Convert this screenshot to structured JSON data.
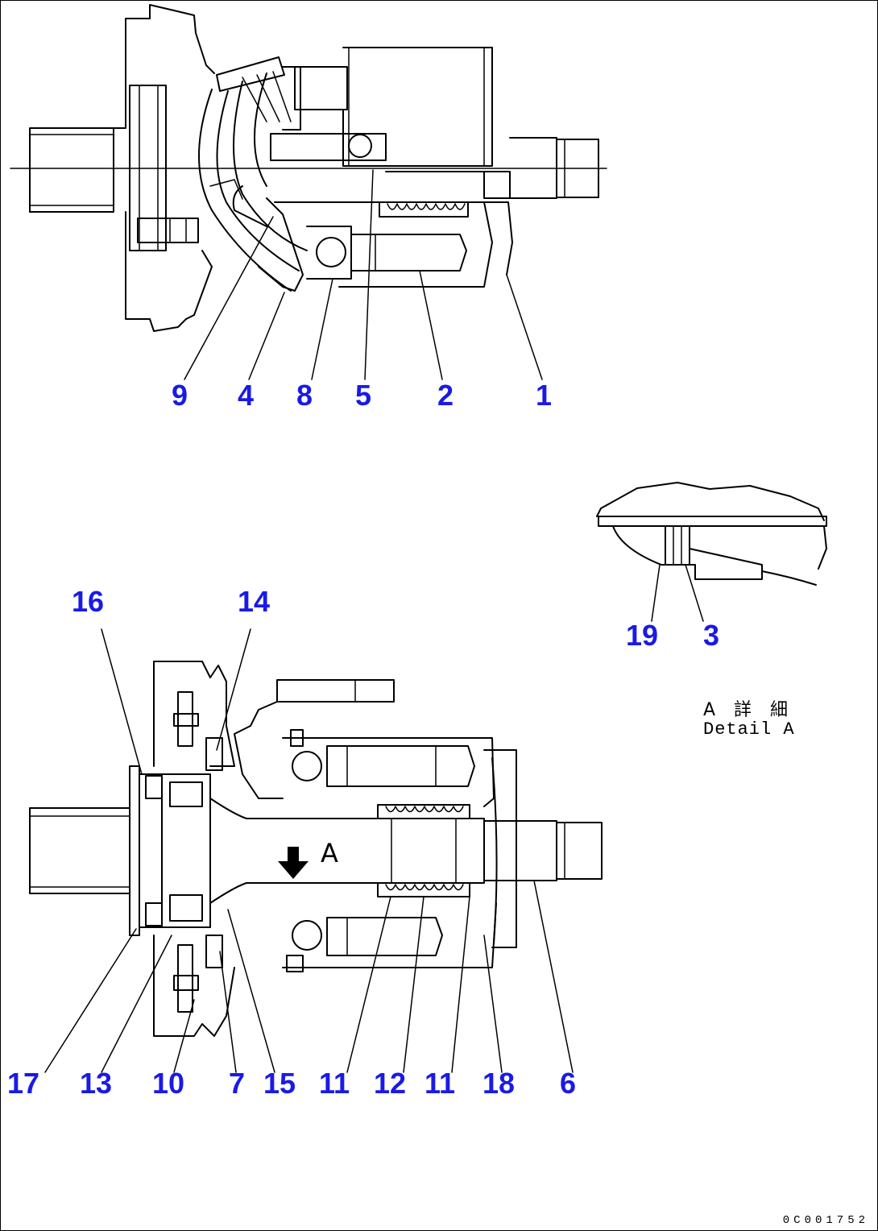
{
  "labels": {
    "top_1": "1",
    "top_2": "2",
    "top_5": "5",
    "top_8": "8",
    "top_4": "4",
    "top_9": "9",
    "detail_19": "19",
    "detail_3": "3",
    "b_16": "16",
    "b_14": "14",
    "b_17": "17",
    "b_13": "13",
    "b_10": "10",
    "b_7": "7",
    "b_15": "15",
    "b_11a": "11",
    "b_12": "12",
    "b_11b": "11",
    "b_18": "18",
    "b_6": "6"
  },
  "detail_title_jp": "A 詳 細",
  "detail_title_en": "Detail A",
  "section_mark": "A",
  "doc_number": "0C001752",
  "colors": {
    "label": "#1a1ae6",
    "line": "#000000",
    "background": "#ffffff"
  },
  "icons": {
    "arrow": "down-arrow-icon"
  }
}
